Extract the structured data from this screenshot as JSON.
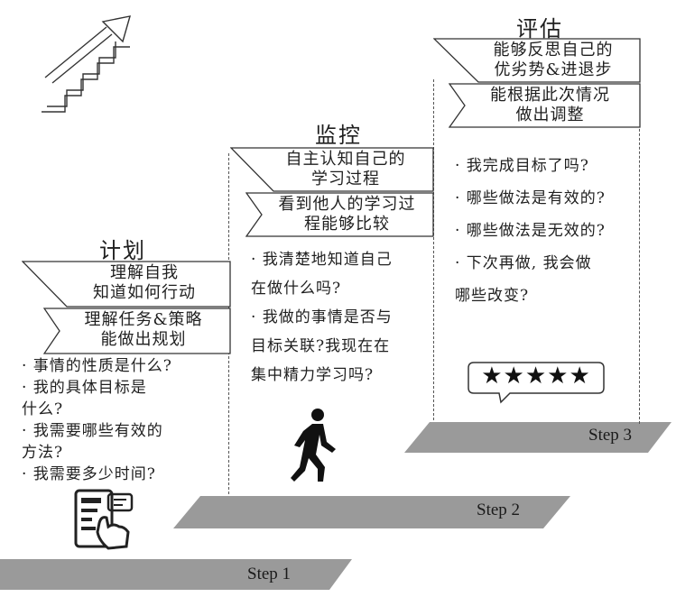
{
  "phases": {
    "plan": {
      "title": "计划",
      "banner_top": [
        "理解自我",
        "知道如何行动"
      ],
      "banner_bottom": [
        "理解任务&策略",
        "能做出规划"
      ],
      "questions": [
        "· 事情的性质是什么?",
        "· 我的具体目标是",
        "什么?",
        "· 我需要哪些有效的",
        "方法?",
        "· 我需要多少时间?"
      ]
    },
    "monitor": {
      "title": "监控",
      "banner_top": [
        "自主认知自己的",
        "学习过程"
      ],
      "banner_bottom": [
        "看到他人的学习过",
        "程能够比较"
      ],
      "questions": [
        "· 我清楚地知道自己",
        "在做什么吗?",
        "· 我做的事情是否与",
        "目标关联?我现在在",
        "集中精力学习吗?"
      ]
    },
    "evaluate": {
      "title": "评估",
      "banner_top": [
        "能够反思自己的",
        "优劣势&进退步"
      ],
      "banner_bottom": [
        "能根据此次情况",
        "做出调整"
      ],
      "questions": [
        "· 我完成目标了吗?",
        "· 哪些做法是有效的?",
        "· 哪些做法是无效的?",
        "· 下次再做, 我会做",
        "哪些改变?"
      ],
      "rating": "★★★★★"
    }
  },
  "steps": [
    "Step 1",
    "Step 2",
    "Step 3"
  ],
  "icons": [
    "stairs-arrow-icon",
    "tablet-tap-icon",
    "walking-person-icon",
    "rating-stars-icon"
  ]
}
